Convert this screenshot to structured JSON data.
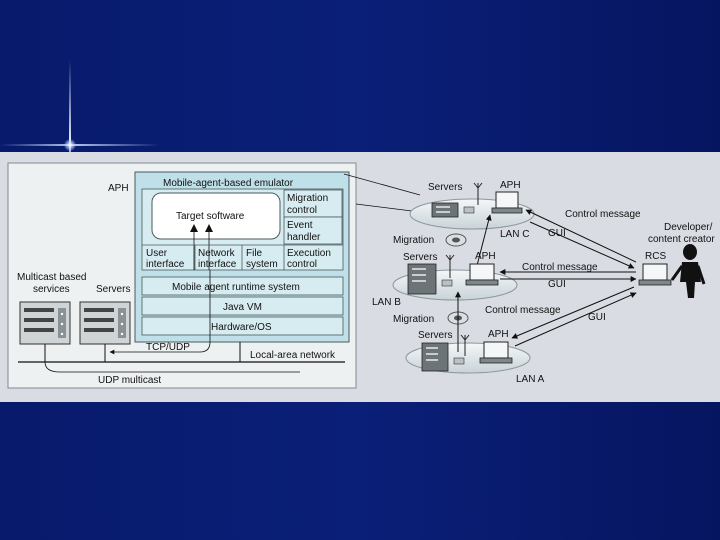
{
  "left": {
    "aph": "APH",
    "emulator": "Mobile-agent-based emulator",
    "target_software": "Target software",
    "migration_control": [
      "Migration",
      "control"
    ],
    "event_handler": [
      "Event",
      "handler"
    ],
    "user_interface": [
      "User",
      "interface"
    ],
    "network_interface": [
      "Network",
      "interface"
    ],
    "file_system": [
      "File",
      "system"
    ],
    "execution_control": [
      "Execution",
      "control"
    ],
    "runtime": "Mobile agent runtime system",
    "java_vm": "Java VM",
    "hardware": "Hardware/OS",
    "multicast_services": [
      "Multicast based",
      "services"
    ],
    "servers": "Servers",
    "tcp_udp": "TCP/UDP",
    "lan": "Local-area network",
    "udp_multicast": "UDP multicast"
  },
  "right": {
    "servers_top": "Servers",
    "aph_top": "APH",
    "lan_c": "LAN C",
    "control_message_1": "Control message",
    "gui_1": "GUI",
    "developer": [
      "Developer/",
      "content creator"
    ],
    "migration_1": "Migration",
    "servers_mid": "Servers",
    "aph_mid": "APH",
    "control_message_2": "Control message",
    "rcs": "RCS",
    "gui_2": "GUI",
    "lan_b": "LAN B",
    "control_message_3": "Control message",
    "migration_2": "Migration",
    "gui_3": "GUI",
    "servers_bot": "Servers",
    "aph_bot": "APH",
    "lan_a": "LAN A"
  }
}
